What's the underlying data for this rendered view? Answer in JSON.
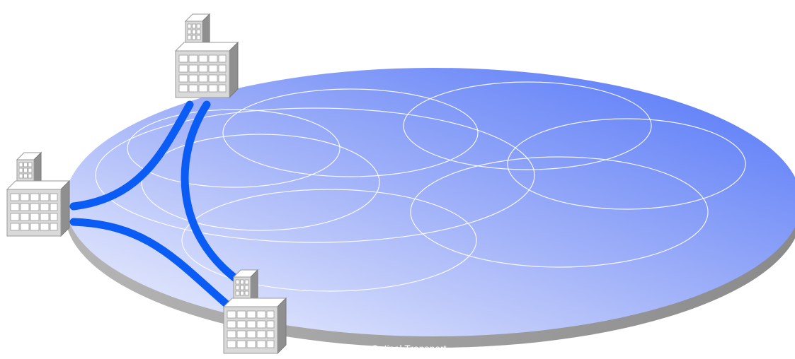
{
  "diagram": {
    "platter_label": "Optical Transport",
    "colors": {
      "platter_deep": "#4f73f7",
      "platter_light": "#f3f5fe",
      "platter_edge": "#9a9a9a",
      "ring_stroke": "#ffffff",
      "link": "#0a5cf5",
      "building_face": "#d9d9d9",
      "building_side": "#8f8f8f",
      "building_window": "#ffffff"
    },
    "buildings": [
      {
        "name": "building-top"
      },
      {
        "name": "building-left"
      },
      {
        "name": "building-bottom"
      }
    ],
    "rings": [
      {
        "name": "ring-1"
      },
      {
        "name": "ring-2"
      },
      {
        "name": "ring-3"
      },
      {
        "name": "ring-4"
      },
      {
        "name": "ring-5"
      },
      {
        "name": "ring-6"
      },
      {
        "name": "ring-7"
      },
      {
        "name": "ring-8"
      }
    ],
    "links": [
      {
        "name": "link-top-left"
      },
      {
        "name": "link-top-bottom"
      },
      {
        "name": "link-left-bottom"
      }
    ]
  }
}
